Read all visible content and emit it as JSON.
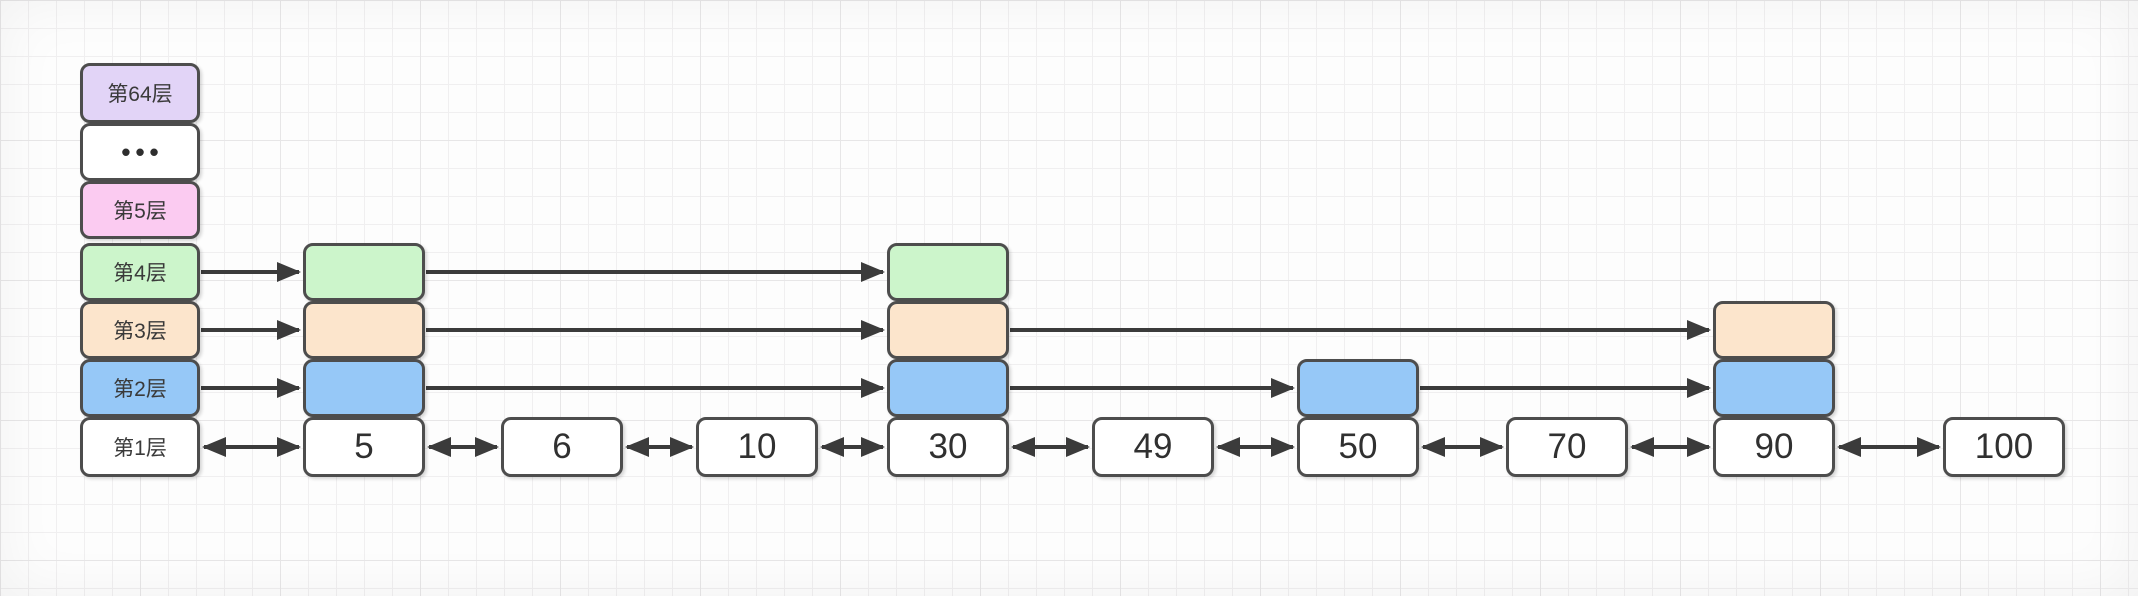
{
  "colors": {
    "level64": "#e2d4f7",
    "level5": "#fbcbf1",
    "level4": "#ccf5cb",
    "level3": "#fce5cc",
    "level2": "#96c8f7",
    "node-fill": "#ffffff",
    "border": "#4d4d4d",
    "arrow": "#3b3b3b",
    "text": "#303030",
    "grid-minor": "#f0eff0",
    "grid-major": "#e7e6e7"
  },
  "legend_column": {
    "items": [
      {
        "label": "第64层",
        "level": "64",
        "fill": "#e2d4f7"
      },
      {
        "label": "•••",
        "level": "ellipsis",
        "fill": "#ffffff"
      },
      {
        "label": "第5层",
        "level": "5",
        "fill": "#fbcbf1"
      },
      {
        "label": "第4层",
        "level": "4",
        "fill": "#ccf5cb"
      },
      {
        "label": "第3层",
        "level": "3",
        "fill": "#fce5cc"
      },
      {
        "label": "第2层",
        "level": "2",
        "fill": "#96c8f7"
      },
      {
        "label": "第1层",
        "level": "1",
        "fill": "#ffffff"
      }
    ]
  },
  "nodes": [
    {
      "value": "5",
      "levels": [
        1,
        2,
        3,
        4
      ]
    },
    {
      "value": "6",
      "levels": [
        1
      ]
    },
    {
      "value": "10",
      "levels": [
        1
      ]
    },
    {
      "value": "30",
      "levels": [
        1,
        2,
        3,
        4
      ]
    },
    {
      "value": "49",
      "levels": [
        1
      ]
    },
    {
      "value": "50",
      "levels": [
        1,
        2
      ]
    },
    {
      "value": "70",
      "levels": [
        1
      ]
    },
    {
      "value": "90",
      "levels": [
        1,
        2,
        3
      ]
    },
    {
      "value": "100",
      "levels": [
        1
      ]
    }
  ],
  "edges": {
    "level4_forward": [
      [
        "第4层",
        "5"
      ],
      [
        "5",
        "30"
      ]
    ],
    "level3_forward": [
      [
        "第3层",
        "5"
      ],
      [
        "5",
        "30"
      ],
      [
        "30",
        "90"
      ]
    ],
    "level2_forward": [
      [
        "第2层",
        "5"
      ],
      [
        "5",
        "30"
      ],
      [
        "30",
        "50"
      ],
      [
        "50",
        "90"
      ]
    ],
    "level1_bidirectional": [
      [
        "第1层",
        "5"
      ],
      [
        "5",
        "6"
      ],
      [
        "6",
        "10"
      ],
      [
        "10",
        "30"
      ],
      [
        "30",
        "49"
      ],
      [
        "49",
        "50"
      ],
      [
        "50",
        "70"
      ],
      [
        "70",
        "90"
      ],
      [
        "90",
        "100"
      ]
    ]
  }
}
